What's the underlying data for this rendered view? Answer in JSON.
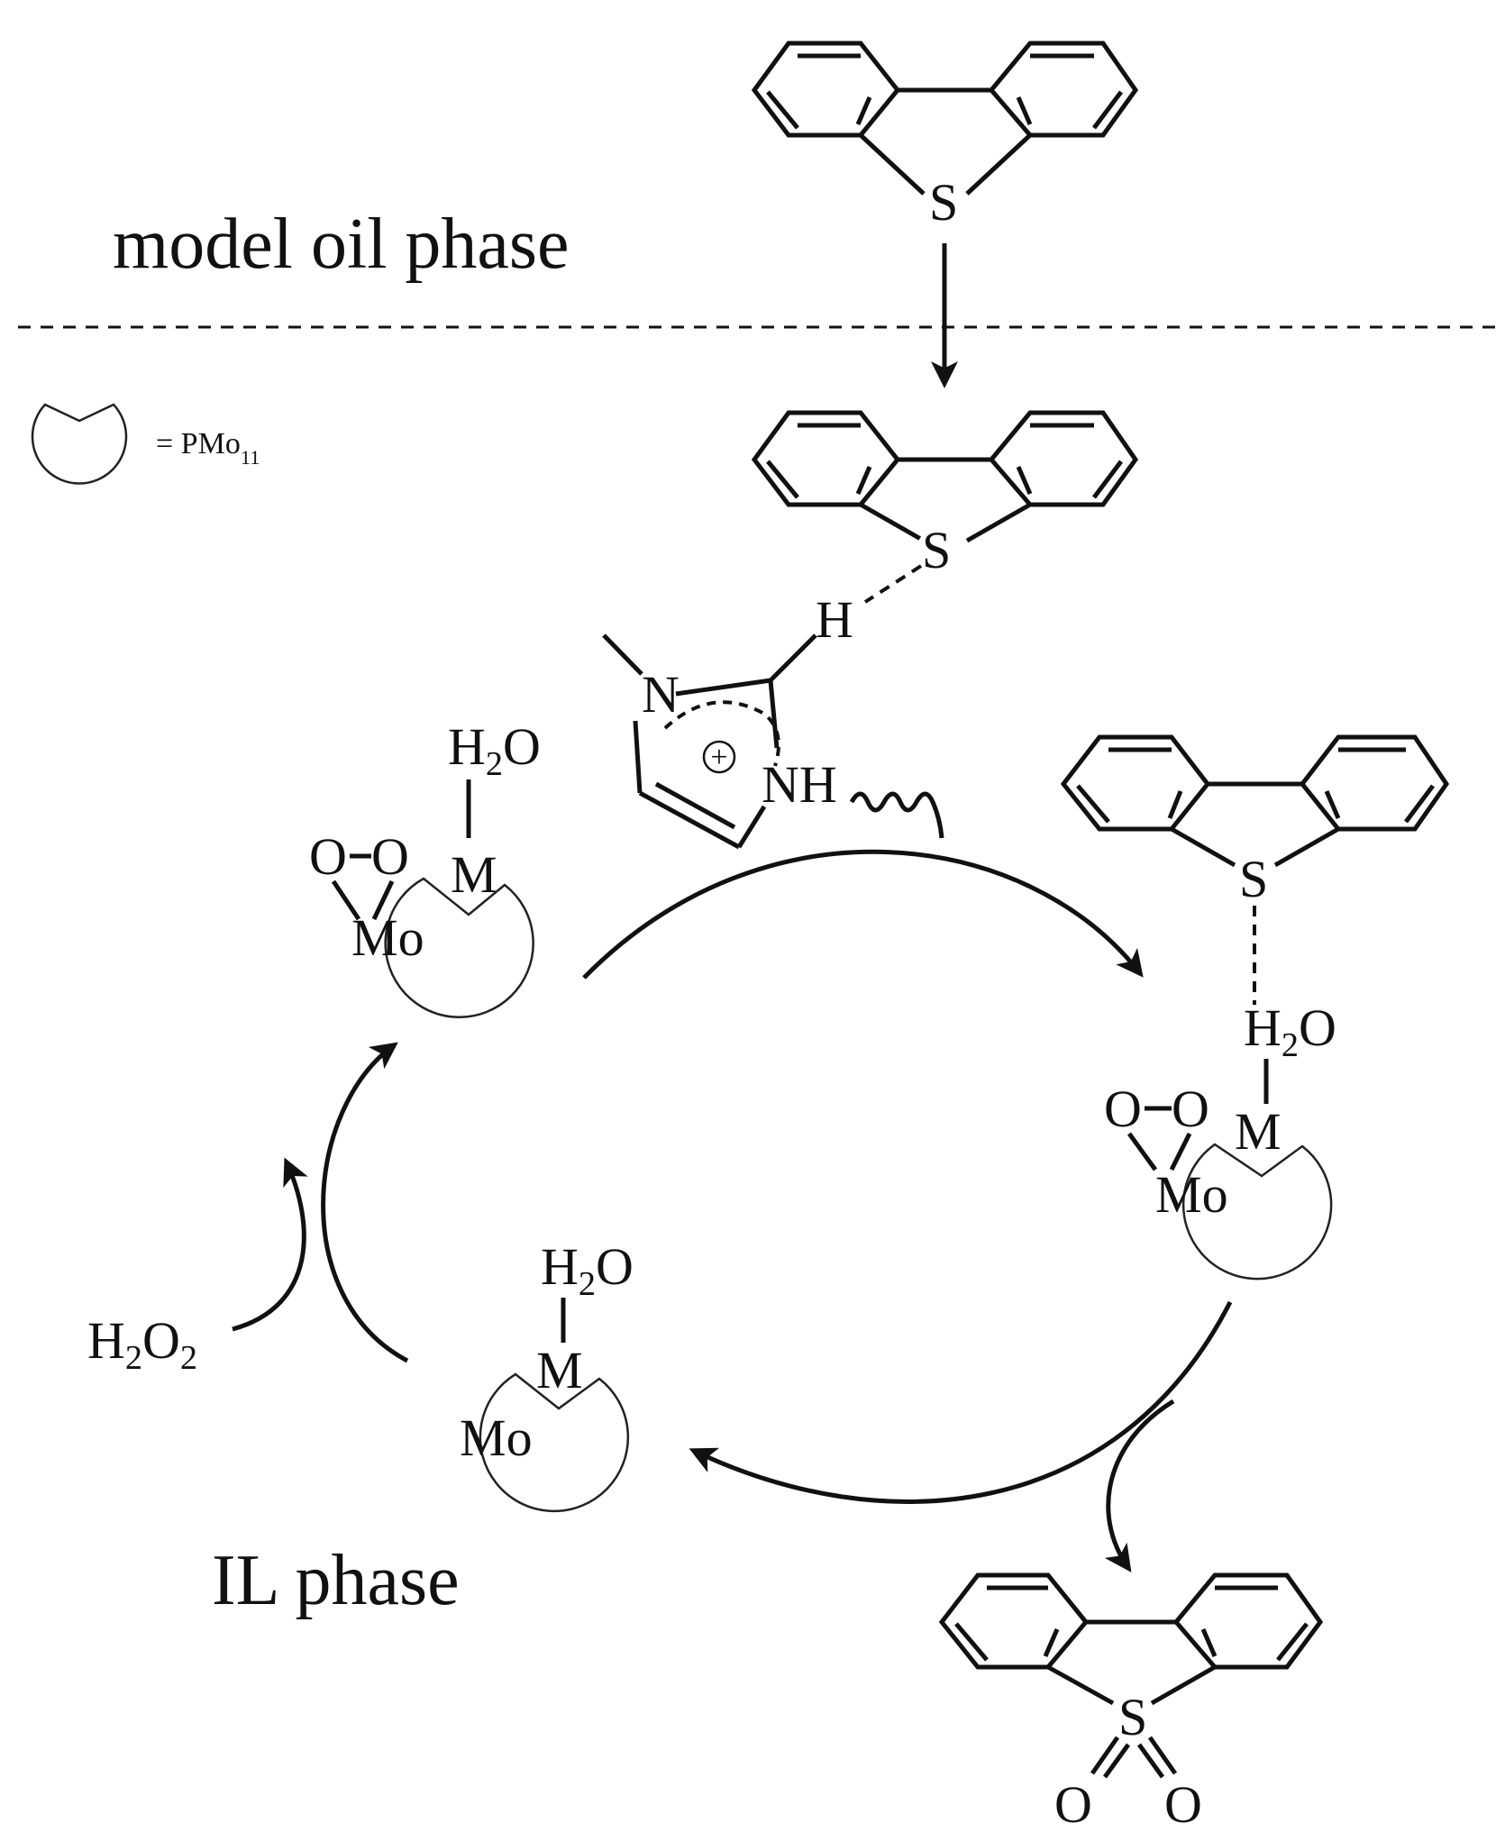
{
  "phases": {
    "oil": "model oil phase",
    "il": "IL phase"
  },
  "legend": {
    "text": "= PMo",
    "subscript": "11"
  },
  "atoms": {
    "sulfur": "S",
    "hydrogen": "H",
    "nitrogen": "N",
    "nh": "NH",
    "charge": "+",
    "metal": "M",
    "molybdenum": "Mo",
    "oxygen": "O"
  },
  "water": {
    "prefix": "H",
    "sub": "2",
    "suffix": "O"
  },
  "peroxide": {
    "h": "H",
    "sub1": "2",
    "o": "O",
    "sub2": "2"
  },
  "colors": {
    "ink": "#111111",
    "background": "#ffffff"
  }
}
